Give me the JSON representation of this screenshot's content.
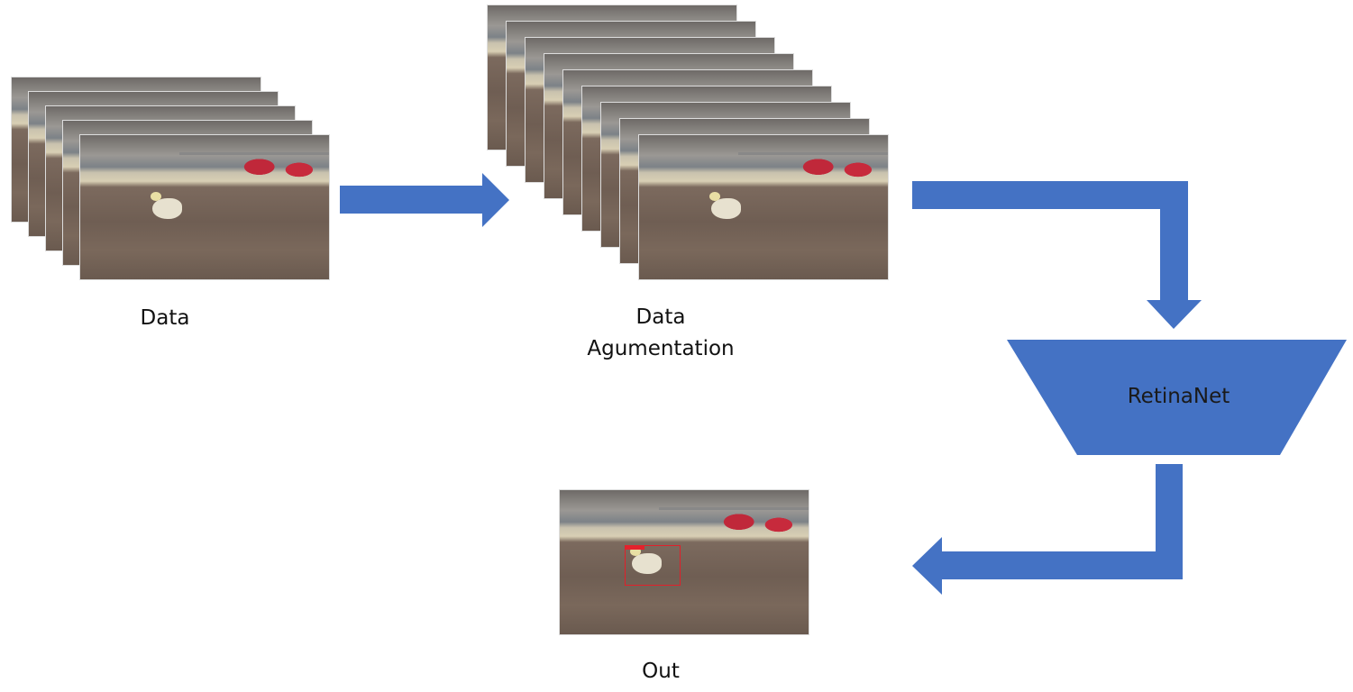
{
  "labels": {
    "data": "Data",
    "augmentation_line1": "Data",
    "augmentation_line2": "Agumentation",
    "model": "RetinaNet",
    "out": "Out"
  },
  "colors": {
    "arrow": "#4472C4",
    "bbox": "#E0202A"
  }
}
